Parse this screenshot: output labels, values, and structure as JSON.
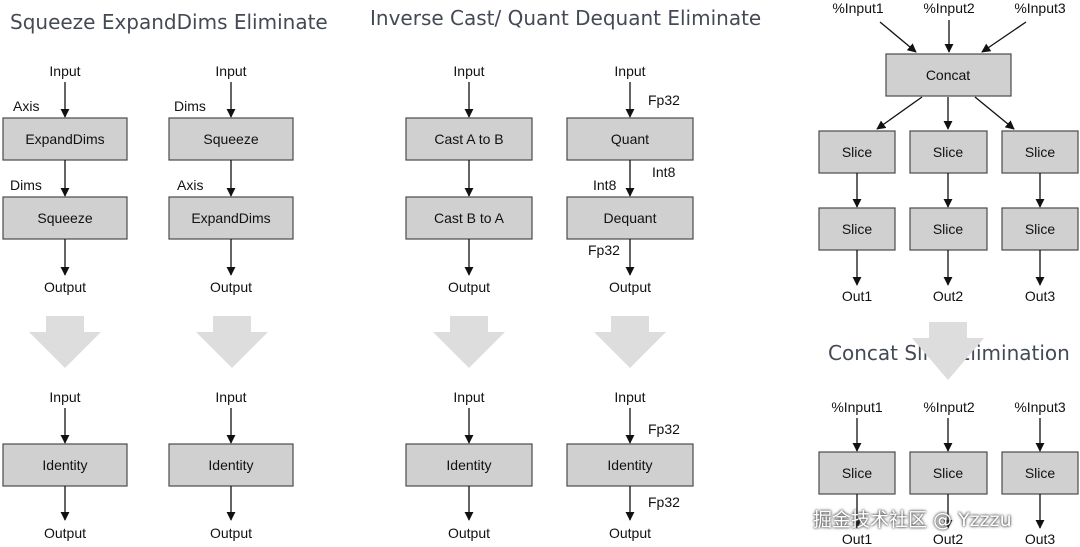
{
  "titles": {
    "squeeze": "Squeeze ExpandDims Eliminate",
    "cast": "Inverse Cast/ Quant Dequant Eliminate",
    "concat": "Concat Slice Elimination"
  },
  "diagrams": {
    "d1": {
      "before": {
        "input": "Input",
        "edge1": "Axis",
        "node1": "ExpandDims",
        "edge2": "Dims",
        "node2": "Squeeze",
        "output": "Output"
      },
      "after": {
        "input": "Input",
        "node": "Identity",
        "output": "Output"
      }
    },
    "d2": {
      "before": {
        "input": "Input",
        "edge1": "Dims",
        "node1": "Squeeze",
        "edge2": "Axis",
        "node2": "ExpandDims",
        "output": "Output"
      },
      "after": {
        "input": "Input",
        "node": "Identity",
        "output": "Output"
      }
    },
    "d3": {
      "before": {
        "input": "Input",
        "node1": "Cast A to B",
        "node2": "Cast B to A",
        "output": "Output"
      },
      "after": {
        "input": "Input",
        "node": "Identity",
        "output": "Output"
      }
    },
    "d4": {
      "before": {
        "input": "Input",
        "edge_in": "Fp32",
        "node1": "Quant",
        "edge_mid_out": "Int8",
        "edge_mid_in": "Int8",
        "node2": "Dequant",
        "edge_out": "Fp32",
        "output": "Output"
      },
      "after": {
        "input": "Input",
        "edge_in": "Fp32",
        "node": "Identity",
        "edge_out": "Fp32",
        "output": "Output"
      }
    },
    "d5": {
      "before": {
        "inputs": [
          "%Input1",
          "%Input2",
          "%Input3"
        ],
        "concat": "Concat",
        "slices1": [
          "Slice",
          "Slice",
          "Slice"
        ],
        "slices2": [
          "Slice",
          "Slice",
          "Slice"
        ],
        "outputs": [
          "Out1",
          "Out2",
          "Out3"
        ]
      },
      "after": {
        "inputs": [
          "%Input1",
          "%Input2",
          "%Input3"
        ],
        "slices": [
          "Slice",
          "Slice",
          "Slice"
        ],
        "outputs": [
          "Out1",
          "Out2",
          "Out3"
        ]
      }
    }
  },
  "watermark": "掘金技术社区 @ Yzzzu",
  "colors": {
    "box_fill": "#d0d0d0",
    "box_stroke": "#4a4a4a",
    "arrow": "#111111",
    "big_arrow": "#dddddd",
    "title": "#444a55"
  }
}
